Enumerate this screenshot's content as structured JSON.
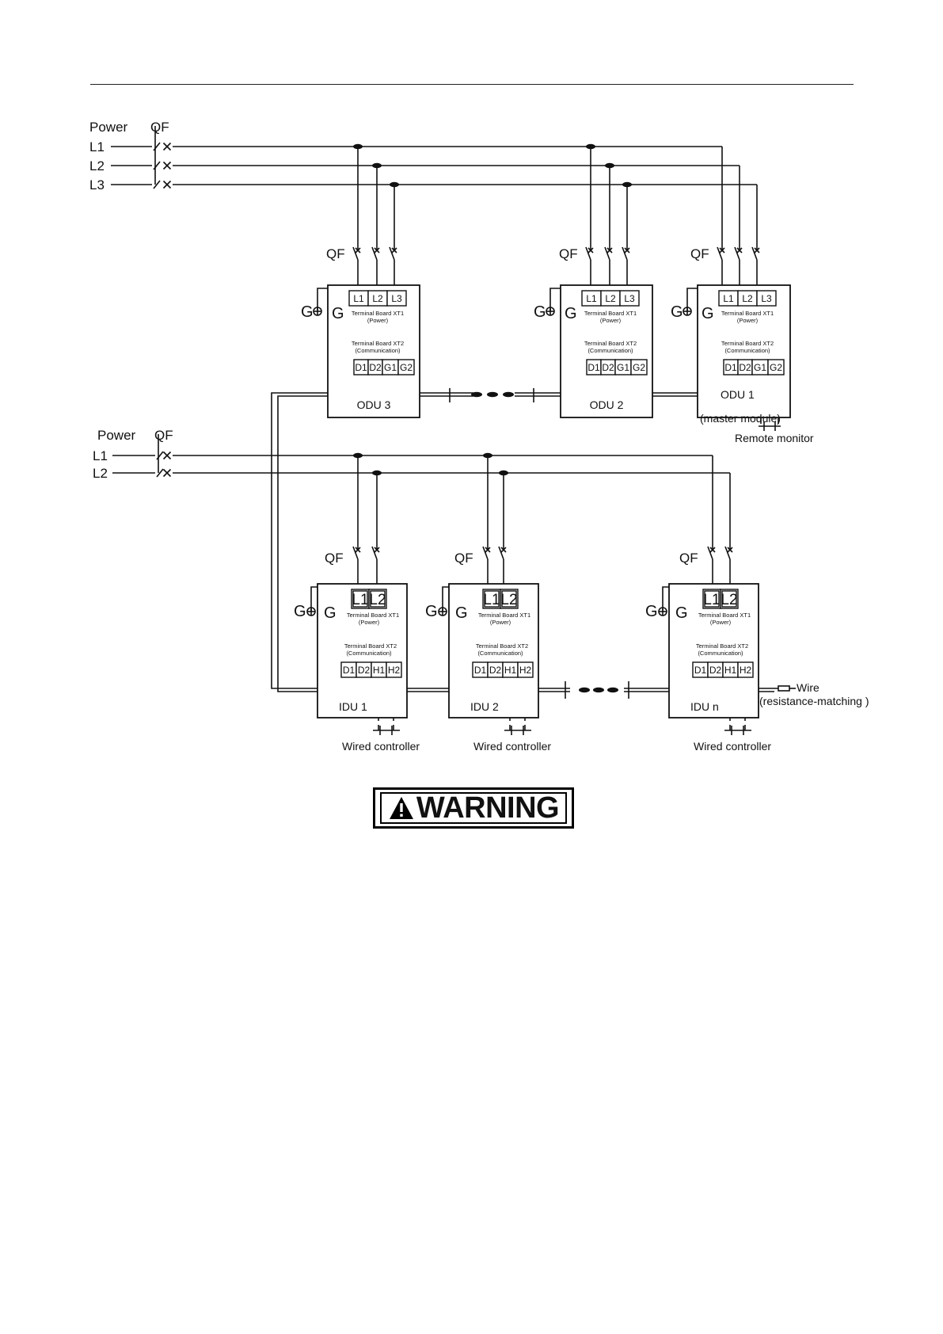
{
  "odu_units": [
    {
      "name": "ODU 3",
      "note": ""
    },
    {
      "name": "ODU 2",
      "note": ""
    },
    {
      "name": "ODU 1",
      "note": "(master module)"
    }
  ],
  "idu_units": [
    {
      "name": "IDU 1"
    },
    {
      "name": "IDU 2"
    },
    {
      "name": "IDU n"
    }
  ],
  "labels": {
    "power": "Power",
    "qf": "QF",
    "l1": "L1",
    "l2": "L2",
    "l3": "L3",
    "g": "G",
    "xt1": "Terminal Board XT1",
    "xt1_sub": "(Power)",
    "xt2": "Terminal Board XT2",
    "xt2_sub": "(Communication)",
    "d1": "D1",
    "d2": "D2",
    "g1": "G1",
    "g2": "G2",
    "h1": "H1",
    "h2": "H2",
    "remote_monitor": "Remote monitor",
    "wired_controller": "Wired controller",
    "wire": "Wire",
    "resistance_matching": "(resistance-matching  )"
  },
  "warning": {
    "label": "WARNING"
  }
}
